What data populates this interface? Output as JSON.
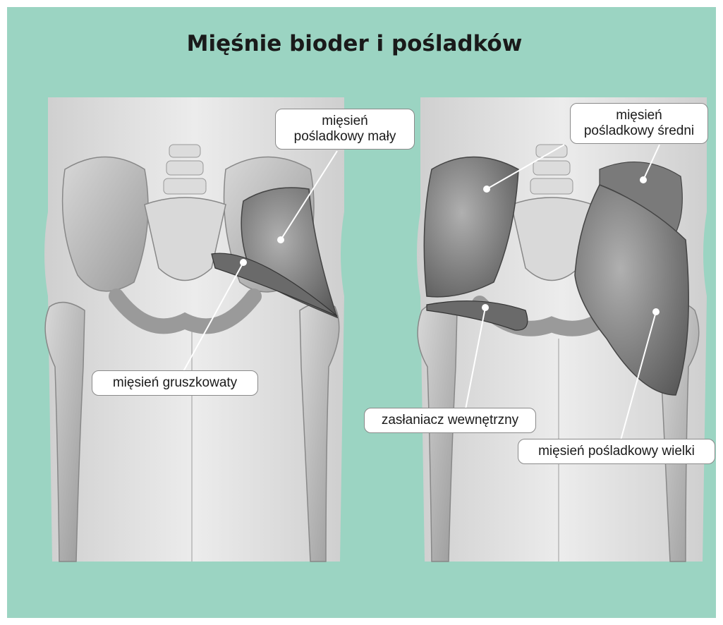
{
  "title": "Mięśnie bioder i pośladków",
  "colors": {
    "background": "#9bd4c2",
    "body": "#e3e3e3",
    "bone": "#bdbdbd",
    "muscle": "#6f6f6f",
    "label_bg": "#ffffff"
  },
  "left_panel": {
    "labels": {
      "gluteus_minimus": [
        "mięsień",
        "pośladkowy mały"
      ],
      "piriformis": "mięsień gruszkowaty"
    }
  },
  "right_panel": {
    "labels": {
      "gluteus_medius": [
        "mięsień",
        "pośladkowy średni"
      ],
      "obturator_internus": "zasłaniacz wewnętrzny",
      "gluteus_maximus": "mięsień pośladkowy wielki"
    }
  }
}
